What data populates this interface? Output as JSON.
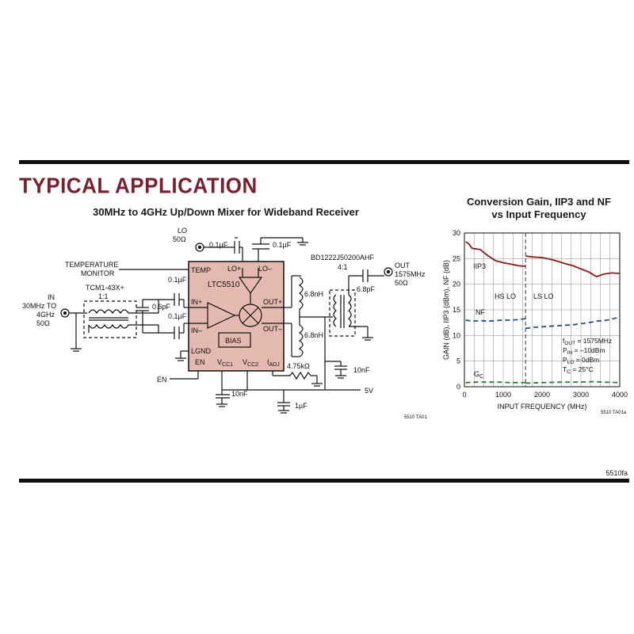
{
  "header": {
    "section_title": "TYPICAL APPLICATION"
  },
  "schematic": {
    "title": "30MHz to 4GHz Up/Down Mixer for Wideband Receiver",
    "chip_name": "LTC5510",
    "bias_label": "BIAS",
    "pins": {
      "temp": "TEMP",
      "lo_plus": "LO+",
      "lo_minus": "LO–",
      "in_plus": "IN+",
      "in_minus": "IN–",
      "out_plus": "OUT+",
      "out_minus": "OUT–",
      "lgnd": "LGND",
      "en": "EN",
      "vcc1": "V",
      "vcc1_sub": "CC1",
      "vcc2": "V",
      "vcc2_sub": "CC2",
      "iadj": "I",
      "iadj_sub": "ADJ"
    },
    "lo_port": {
      "name": "LO",
      "impedance": "50Ω"
    },
    "in_port": {
      "name": "IN",
      "range_1": "30MHz TO",
      "range_2": "4GHz",
      "impedance": "50Ω"
    },
    "out_port": {
      "name": "OUT",
      "freq": "1575MHz",
      "impedance": "50Ω"
    },
    "temp_monitor_1": "TEMPERATURE",
    "temp_monitor_2": "MONITOR",
    "transformer_in": {
      "part": "TCM1-43X+",
      "ratio": "1:1"
    },
    "transformer_out": {
      "part": "BD1222J50200AHF",
      "ratio": "4:1"
    },
    "components": {
      "c_lo1": "0.1µF",
      "c_lo2": "0.1µF",
      "c_in1": "0.1µF",
      "c_in2": "0.1µF",
      "c_06": "0.6pF",
      "c_68": "6.8pF",
      "l1": "6.8nH",
      "l2": "6.8nH",
      "r_adj": "4.75kΩ",
      "c_10n_a": "10nF",
      "c_10n_b": "10nF",
      "c_1u": "1µF"
    },
    "en_label": "EN",
    "supply_label": "5V",
    "figure_code": "5510 TA01"
  },
  "graph": {
    "title_line1": "Conversion Gain, IIP3 and NF",
    "title_line2": "vs Input Frequency",
    "figure_code": "5510 TA01a",
    "regions": [
      "HS LO",
      "LS LO"
    ],
    "conditions": [
      {
        "main": "f",
        "sub": "OUT",
        "rest": " = 1575MHz"
      },
      {
        "main": "P",
        "sub": "IN",
        "rest": " = –10dBm"
      },
      {
        "main": "P",
        "sub": "LO",
        "rest": " = 0dBm"
      },
      {
        "main": "T",
        "sub": "C",
        "rest": " = 25°C"
      }
    ]
  },
  "chart_data": {
    "type": "line",
    "xlabel": "INPUT FREQUENCY (MHz)",
    "ylabel": "GAIN (dB), IIP3 (dBm), NF (dB)",
    "xlim": [
      0,
      4000
    ],
    "ylim": [
      0,
      30
    ],
    "xticks": [
      0,
      1000,
      2000,
      3000,
      4000
    ],
    "yticks": [
      0,
      5,
      10,
      15,
      20,
      25,
      30
    ],
    "grid": true,
    "series": [
      {
        "name": "IIP3",
        "color": "#8b1a1a",
        "dash": "none",
        "segments": [
          [
            [
              30,
              28.3
            ],
            [
              100,
              28
            ],
            [
              200,
              27
            ],
            [
              400,
              26.8
            ],
            [
              600,
              25.6
            ],
            [
              800,
              24.6
            ],
            [
              1000,
              24.2
            ],
            [
              1200,
              23.9
            ],
            [
              1400,
              23.6
            ],
            [
              1575,
              23.5
            ]
          ],
          [
            [
              1575,
              25.5
            ],
            [
              1800,
              25.3
            ],
            [
              2000,
              25.2
            ],
            [
              2200,
              24.9
            ],
            [
              2400,
              24.5
            ],
            [
              2600,
              24.0
            ],
            [
              2800,
              23.6
            ],
            [
              3000,
              23.0
            ],
            [
              3200,
              22.4
            ],
            [
              3400,
              21.5
            ],
            [
              3600,
              22.0
            ],
            [
              3800,
              22.2
            ],
            [
              4000,
              22.1
            ]
          ]
        ]
      },
      {
        "name": "NF",
        "color": "#2b4c8c",
        "dash": "6,4",
        "segments": [
          [
            [
              30,
              13.0
            ],
            [
              200,
              12.8
            ],
            [
              400,
              12.9
            ],
            [
              600,
              12.8
            ],
            [
              800,
              12.9
            ],
            [
              1000,
              13.0
            ],
            [
              1200,
              13.0
            ],
            [
              1400,
              13.1
            ],
            [
              1575,
              13.3
            ]
          ],
          [
            [
              1575,
              11.4
            ],
            [
              1800,
              11.6
            ],
            [
              2000,
              11.7
            ],
            [
              2200,
              11.8
            ],
            [
              2400,
              11.9
            ],
            [
              2600,
              12.0
            ],
            [
              2800,
              12.1
            ],
            [
              3000,
              12.3
            ],
            [
              3200,
              12.5
            ],
            [
              3400,
              12.8
            ],
            [
              3600,
              12.9
            ],
            [
              3800,
              13.2
            ],
            [
              4000,
              13.6
            ]
          ]
        ]
      },
      {
        "name": "G",
        "name_sub": "C",
        "color": "#2e7d32",
        "dash": "6,4",
        "segments": [
          [
            [
              30,
              0.8
            ],
            [
              300,
              0.9
            ],
            [
              600,
              0.9
            ],
            [
              900,
              0.9
            ],
            [
              1200,
              0.8
            ],
            [
              1575,
              0.8
            ]
          ],
          [
            [
              1575,
              0.7
            ],
            [
              2000,
              0.8
            ],
            [
              2500,
              0.9
            ],
            [
              3000,
              0.9
            ],
            [
              3300,
              1.0
            ],
            [
              3600,
              0.9
            ],
            [
              4000,
              0.8
            ]
          ]
        ]
      }
    ],
    "vline_x": 1575
  },
  "footer": {
    "page_code": "5510fa"
  }
}
